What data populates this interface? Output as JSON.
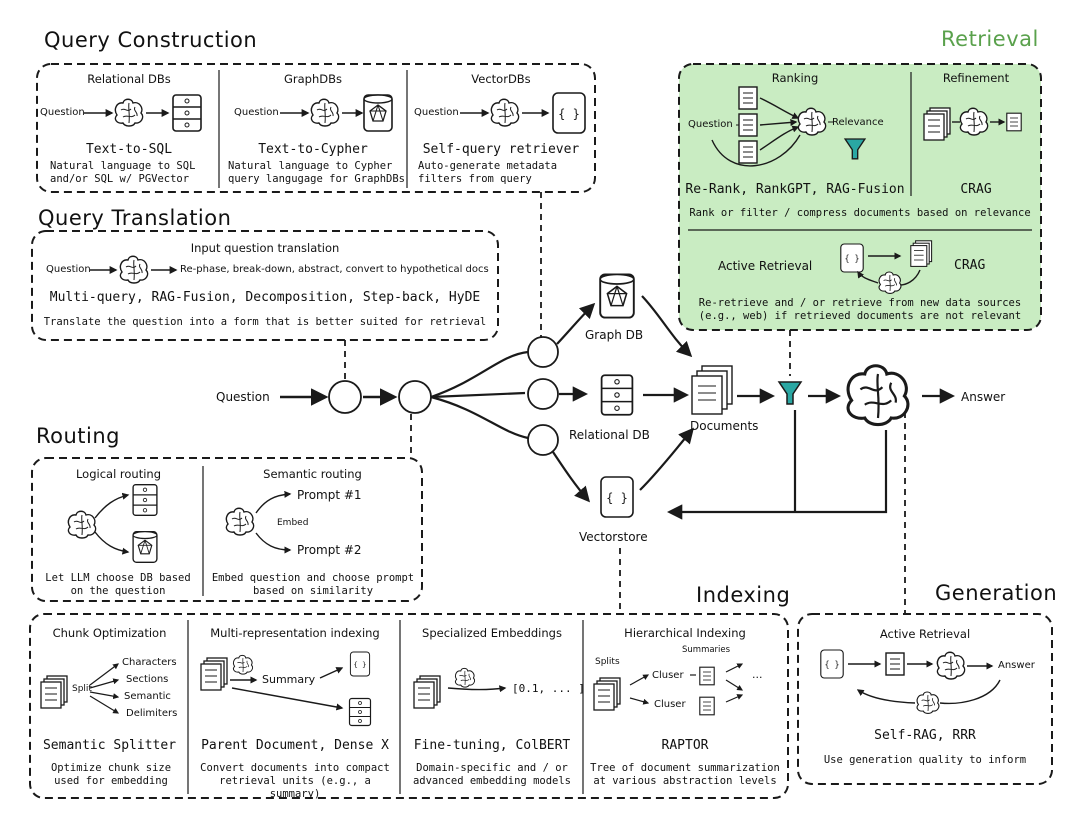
{
  "titles": {
    "query_construction": "Query Construction",
    "query_translation": "Query Translation",
    "routing": "Routing",
    "retrieval": "Retrieval",
    "indexing": "Indexing",
    "generation": "Generation"
  },
  "query_construction": {
    "relational": {
      "title": "Relational DBs",
      "question": "Question",
      "tool": "Text-to-SQL",
      "desc": "Natural language to SQL and/or SQL w/ PGVector"
    },
    "graph": {
      "title": "GraphDBs",
      "question": "Question",
      "tool": "Text-to-Cypher",
      "desc": "Natural language to Cypher query langugage for GraphDBs"
    },
    "vector": {
      "title": "VectorDBs",
      "question": "Question",
      "tool": "Self-query retriever",
      "desc": "Auto-generate metadata filters from query"
    }
  },
  "query_translation": {
    "subtitle": "Input question translation",
    "question": "Question",
    "steps": "Re-phase, break-down, abstract, convert to hypothetical docs",
    "tools": "Multi-query, RAG-Fusion, Decomposition, Step-back, HyDE",
    "desc": "Translate the question into a form that is better suited for retrieval"
  },
  "routing": {
    "logical": {
      "title": "Logical routing",
      "desc": "Let LLM choose DB based on the question"
    },
    "semantic": {
      "title": "Semantic routing",
      "embed": "Embed",
      "prompt1": "Prompt #1",
      "prompt2": "Prompt #2",
      "desc": "Embed question and choose prompt based on similarity"
    }
  },
  "flow": {
    "question": "Question",
    "graph_db": "Graph DB",
    "relational_db": "Relational DB",
    "vectorstore": "Vectorstore",
    "documents": "Documents",
    "answer": "Answer"
  },
  "retrieval": {
    "ranking": {
      "title": "Ranking",
      "question": "Question",
      "relevance": "Relevance",
      "tool": "Re-Rank, RankGPT, RAG-Fusion"
    },
    "refinement": {
      "title": "Refinement",
      "tool": "CRAG"
    },
    "rank_desc": "Rank or filter / compress documents based on relevance",
    "active": {
      "title": "Active Retrieval",
      "tool": "CRAG",
      "desc": "Re-retrieve and / or retrieve from new data sources (e.g., web) if retrieved documents are not relevant"
    }
  },
  "indexing": {
    "chunk": {
      "title": "Chunk Optimization",
      "split": "Split",
      "items": [
        "Characters",
        "Sections",
        "Semantic",
        "Delimiters"
      ],
      "tool": "Semantic Splitter",
      "desc": "Optimize chunk size used for embedding"
    },
    "multi": {
      "title": "Multi-representation indexing",
      "summary": "Summary",
      "tool": "Parent Document, Dense X",
      "desc": "Convert documents into compact retrieval units (e.g., a summary)"
    },
    "special": {
      "title": "Specialized Embeddings",
      "vector": "[0.1, ... ]",
      "tool": "Fine-tuning, ColBERT",
      "desc": "Domain-specific and / or advanced embedding models"
    },
    "hier": {
      "title": "Hierarchical Indexing",
      "summaries": "Summaries",
      "splits": "Splits",
      "cluster1": "Cluser",
      "cluster2": "Cluser",
      "dots": "...",
      "tool": "RAPTOR",
      "desc": "Tree of document summarization at various abstraction levels"
    }
  },
  "generation": {
    "title": "Active Retrieval",
    "answer": "Answer",
    "tool": "Self-RAG, RRR",
    "desc": "Use generation quality to inform"
  },
  "colors": {
    "retrieval_bg": "#c9ecc2",
    "retrieval_title": "#5aa14c",
    "filter": "#2aa7a3",
    "stroke": "#1a1a1a"
  }
}
